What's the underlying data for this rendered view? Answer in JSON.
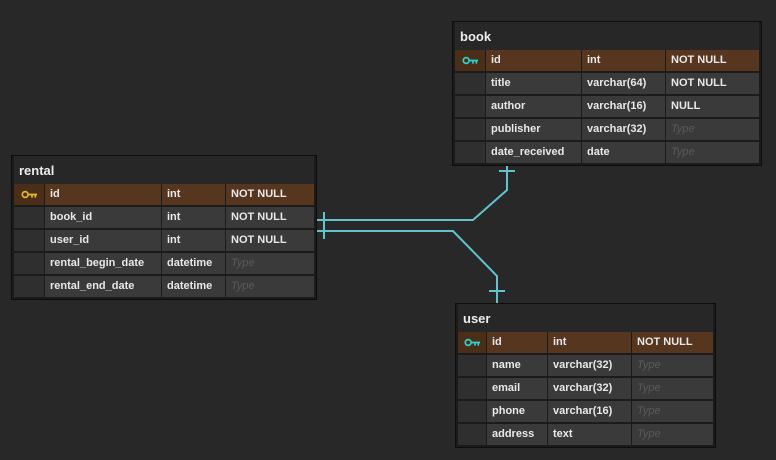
{
  "canvas": {
    "background": "#282828"
  },
  "colors": {
    "connector": "#5fc4cc",
    "pk_row_bg": "#573620",
    "row_bg": "#3a3a3a",
    "key_cell_bg": "#2f2f2f",
    "text": "#e8e8e8",
    "placeholder_text": "#5a5a5a",
    "key_icon_gold": "#e6b82a",
    "key_icon_cyan": "#2ad4d4"
  },
  "tables": {
    "book": {
      "title": "book",
      "rows": [
        {
          "name": "id",
          "type": "int",
          "flag": "NOT NULL",
          "pk": true
        },
        {
          "name": "title",
          "type": "varchar(64)",
          "flag": "NOT NULL"
        },
        {
          "name": "author",
          "type": "varchar(16)",
          "flag": "NULL"
        },
        {
          "name": "publisher",
          "type": "varchar(32)",
          "flag": "Type",
          "flag_placeholder": true
        },
        {
          "name": "date_received",
          "type": "date",
          "flag": "Type",
          "flag_placeholder": true
        }
      ]
    },
    "rental": {
      "title": "rental",
      "rows": [
        {
          "name": "id",
          "type": "int",
          "flag": "NOT NULL",
          "pk": true
        },
        {
          "name": "book_id",
          "type": "int",
          "flag": "NOT NULL"
        },
        {
          "name": "user_id",
          "type": "int",
          "flag": "NOT NULL"
        },
        {
          "name": "rental_begin_date",
          "type": "datetime",
          "flag": "Type",
          "flag_placeholder": true
        },
        {
          "name": "rental_end_date",
          "type": "datetime",
          "flag": "Type",
          "flag_placeholder": true
        }
      ]
    },
    "user": {
      "title": "user",
      "rows": [
        {
          "name": "id",
          "type": "int",
          "flag": "NOT NULL",
          "pk": true
        },
        {
          "name": "name",
          "type": "varchar(32)",
          "flag": "Type",
          "flag_placeholder": true
        },
        {
          "name": "email",
          "type": "varchar(32)",
          "flag": "Type",
          "flag_placeholder": true
        },
        {
          "name": "phone",
          "type": "varchar(16)",
          "flag": "Type",
          "flag_placeholder": true
        },
        {
          "name": "address",
          "type": "text",
          "flag": "Type",
          "flag_placeholder": true
        }
      ]
    }
  },
  "connections": [
    {
      "from": "rental.book_id",
      "to": "book.id"
    },
    {
      "from": "rental.user_id",
      "to": "user.id"
    }
  ]
}
